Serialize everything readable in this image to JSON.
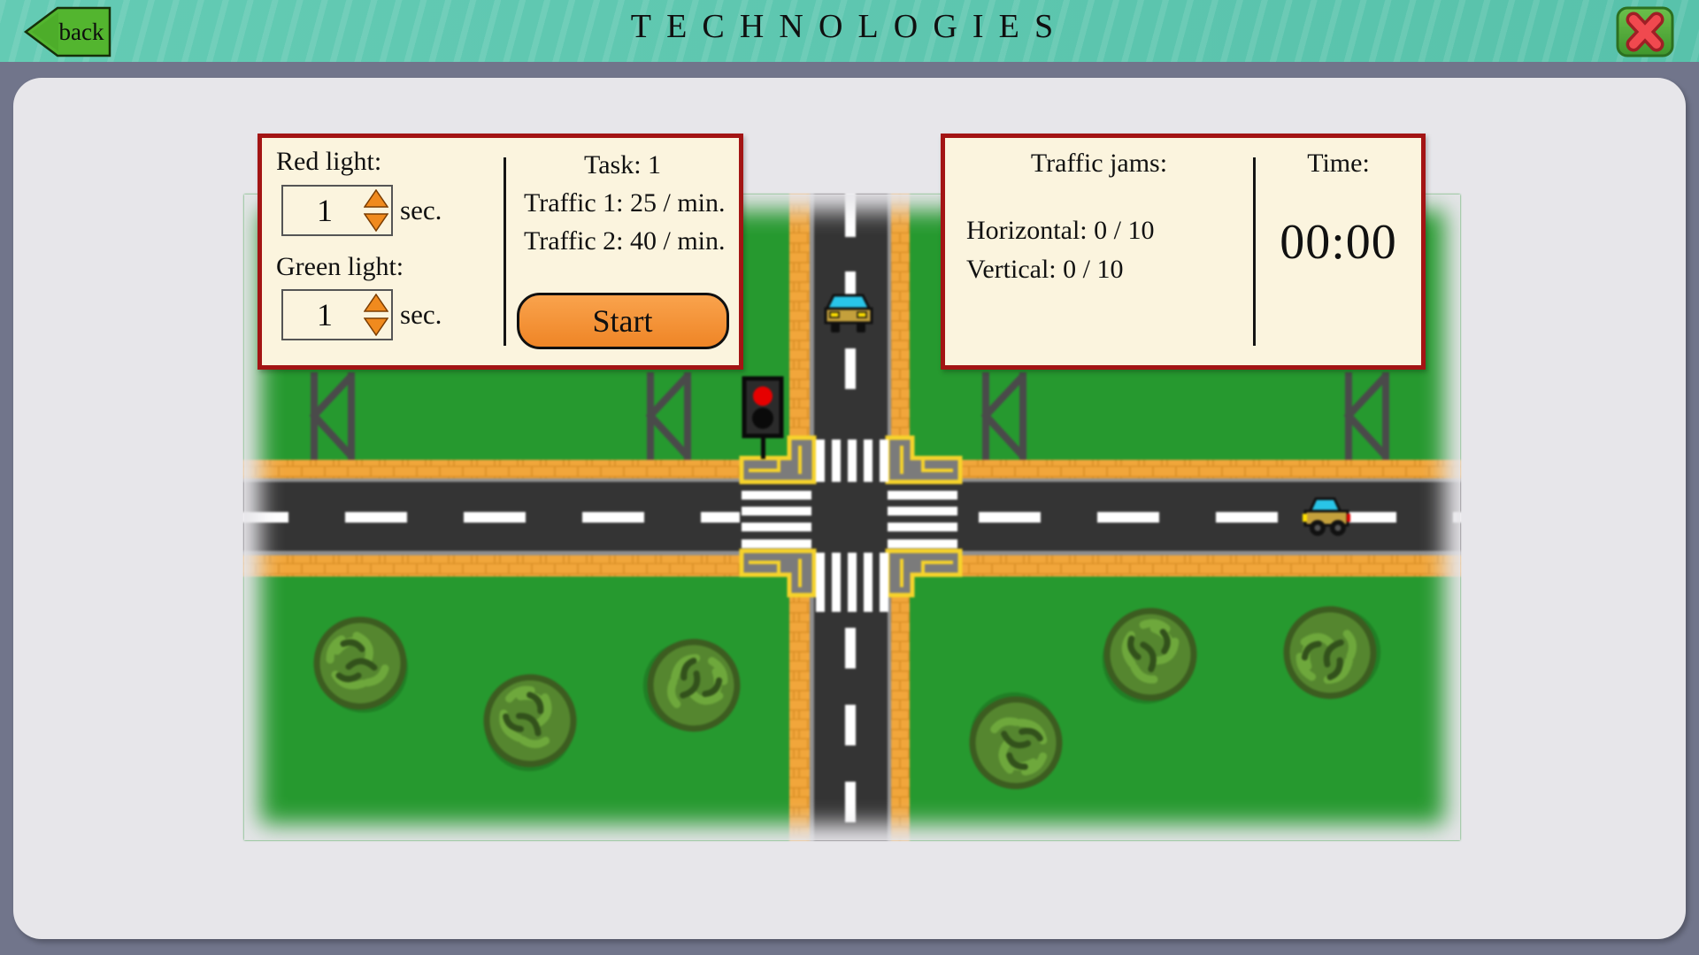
{
  "header": {
    "back_label": "back",
    "title": "TECHNOLOGIES"
  },
  "control_panel": {
    "red_light_label": "Red light:",
    "red_light_value": "1",
    "red_light_unit": "sec.",
    "green_light_label": "Green light:",
    "green_light_value": "1",
    "green_light_unit": "sec.",
    "task_label": "Task: 1",
    "traffic1_label": "Traffic 1: 25 / min.",
    "traffic2_label": "Traffic 2: 40 / min.",
    "start_label": "Start"
  },
  "status_panel": {
    "jams_title": "Traffic jams:",
    "horizontal_label": "Horizontal: 0 / 10",
    "vertical_label": "Vertical: 0 / 10",
    "time_label": "Time:",
    "time_value": "00:00"
  },
  "icons": {
    "back_arrow": "back-arrow-icon",
    "close_x": "close-x-icon",
    "spinner_up": "spinner-up-icon",
    "spinner_down": "spinner-down-icon",
    "traffic_light": "traffic-light-icon"
  },
  "colors": {
    "header_teal": "#5fc8b2",
    "background_slate": "#71758b",
    "panel_gray": "#e7e6ea",
    "panel_cream": "#fbf4de",
    "panel_border_red": "#a31414",
    "accent_orange": "#f08a1e",
    "button_orange": "#ef8526",
    "grass_green": "#26992f",
    "asphalt": "#343434",
    "sidewalk_orange": "#f1a63b",
    "curb_yellow": "#f6d32b",
    "signal_red": "#e60000",
    "back_green": "#53b52f"
  }
}
